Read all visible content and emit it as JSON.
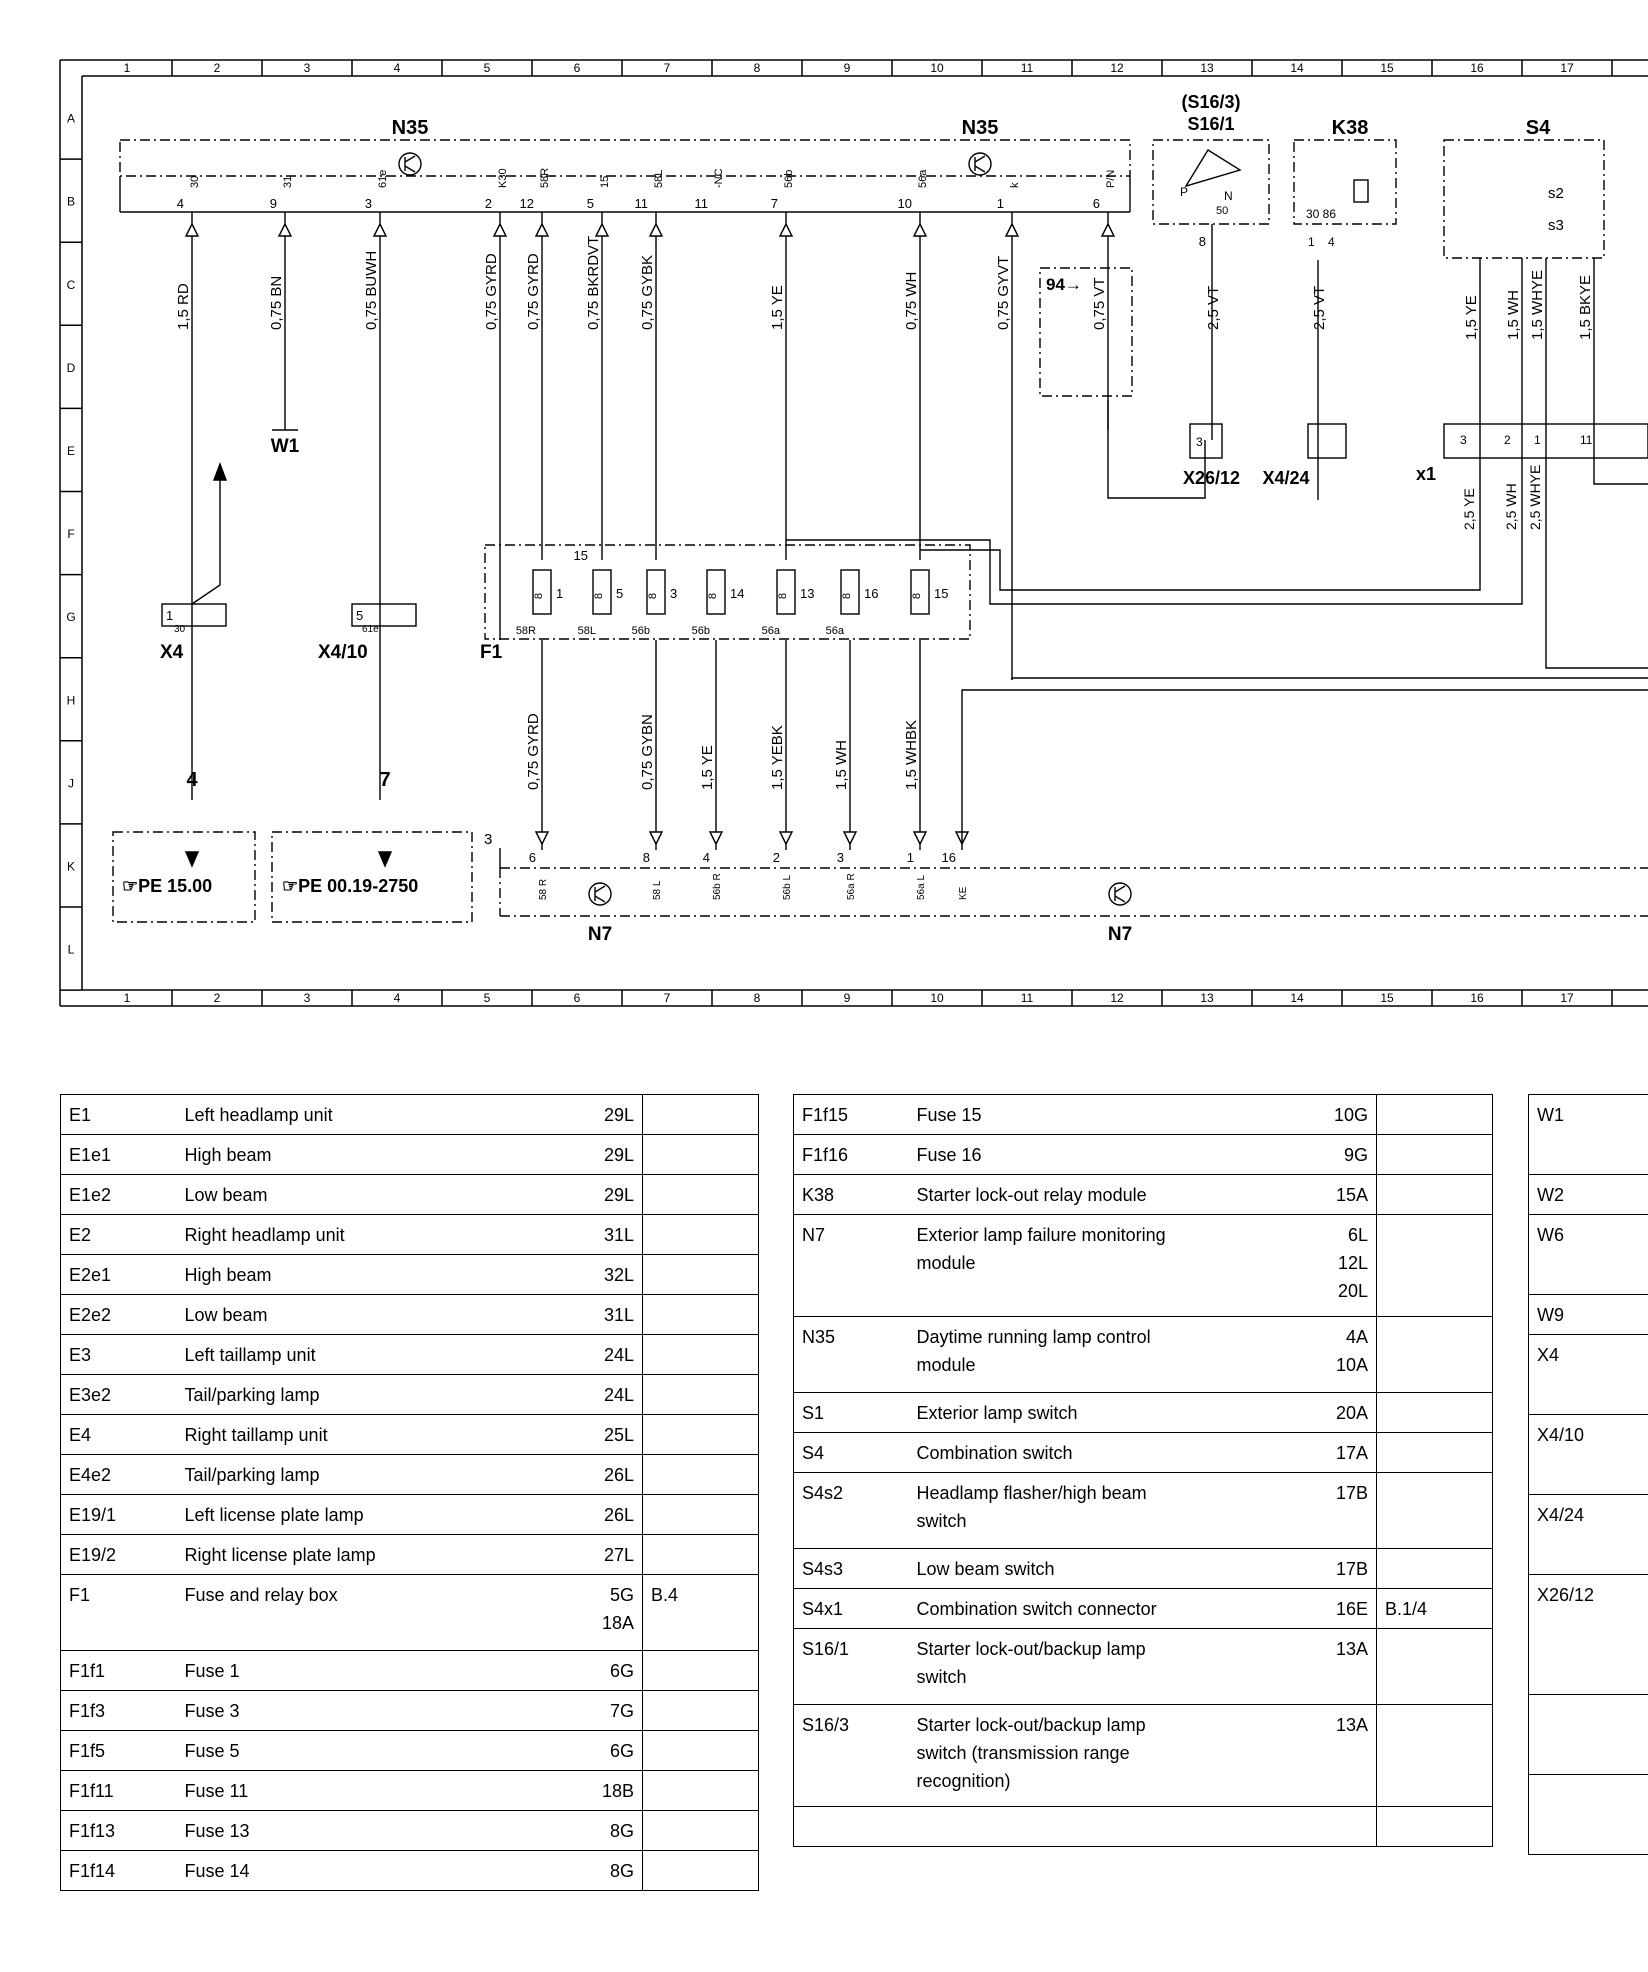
{
  "grid": {
    "columns": [
      "1",
      "2",
      "3",
      "4",
      "5",
      "6",
      "7",
      "8",
      "9",
      "10",
      "11",
      "12",
      "13",
      "14",
      "15",
      "16",
      "17"
    ],
    "rows": [
      "A",
      "B",
      "C",
      "D",
      "E",
      "F",
      "G",
      "H",
      "J",
      "K",
      "L"
    ]
  },
  "components": {
    "n35_left": "N35",
    "n35_right": "N35",
    "s16_3": "(S16/3)",
    "s16_1": "S16/1",
    "k38": "K38",
    "s4": "S4",
    "w1": "W1",
    "x4": "X4",
    "x4_10": "X4/10",
    "f1": "F1",
    "n7_left": "N7",
    "n7_right": "N7",
    "x26_12": "X26/12",
    "x4_24": "X4/24",
    "x1": "x1",
    "ref_94": "94→"
  },
  "wires": [
    {
      "pin": "4",
      "term": "30",
      "label": "1,5 RD"
    },
    {
      "pin": "9",
      "term": "31",
      "label": "0,75 BN"
    },
    {
      "pin": "3",
      "term": "61e",
      "label": "0,75 BUWH"
    },
    {
      "pin": "2",
      "term": "K30",
      "label": "0,75 GYRD"
    },
    {
      "pin": "12",
      "term": "58R",
      "label": "0,75 GYRD"
    },
    {
      "pin": "5",
      "term": "15",
      "label": "0,75 BKRDVT"
    },
    {
      "pin": "11",
      "term": "58L",
      "label": "0,75 GYBK"
    },
    {
      "pin": "11",
      "term": "-NC",
      "label": ""
    },
    {
      "pin": "7",
      "term": "56b",
      "label": "1,5 YE"
    },
    {
      "pin": "10",
      "term": "56a",
      "label": "0,75 WH"
    },
    {
      "pin": "1",
      "term": "k",
      "label": "0,75 GYVT"
    },
    {
      "pin": "6",
      "term": "P/N",
      "label": "0,75 VT"
    }
  ],
  "right_wires": {
    "s16_pin": "8",
    "s16_term": "50",
    "s16_wire": "2,5 VT",
    "k38_pins": "30  86",
    "k38_pin_b": "1",
    "k38_pin_c": "4",
    "k38_wire": "2,5 VT",
    "s4_w1": "1,5 YE",
    "s4_w2": "1,5 WH",
    "s4_w3": "1,5 WHYE",
    "s4_w4": "1,5 BKYE",
    "s2": "s2",
    "s3": "s3",
    "p": "P",
    "n": "N",
    "x1_pin3": "3",
    "x1_pin2": "2",
    "x1_pin1": "1",
    "x1_pin11": "11",
    "x26_pin": "3",
    "out_w1": "2,5 YE",
    "out_w2": "2,5 WH",
    "out_w3": "2,5 WHYE"
  },
  "fuses": [
    {
      "num": "1",
      "term": "58R"
    },
    {
      "num": "5",
      "term": "58L",
      "top": "15"
    },
    {
      "num": "3",
      "term": "56b"
    },
    {
      "num": "14",
      "term": "56b"
    },
    {
      "num": "13",
      "term": "56a"
    },
    {
      "num": "16",
      "term": "56a"
    },
    {
      "num": "15",
      "term": ""
    }
  ],
  "fuse_text": "8",
  "lower_wires": [
    {
      "label": "0,75 GYRD",
      "pin": "6",
      "term": "58 R"
    },
    {
      "label": "0,75 GYBN",
      "pin": "8",
      "term": "58 L"
    },
    {
      "label": "1,5 YE",
      "pin": "4",
      "term": "56b R"
    },
    {
      "label": "1,5 YEBK",
      "pin": "2",
      "term": "56b L"
    },
    {
      "label": "1,5 WH",
      "pin": "3",
      "term": "56a R"
    },
    {
      "label": "1,5 WHBK",
      "pin": "1",
      "term": "56a L"
    },
    {
      "label": "",
      "pin": "16",
      "term": "KE"
    }
  ],
  "n7_block_num": "3",
  "x4_pins": {
    "pin": "1",
    "term": "30"
  },
  "x4_10_pins": {
    "pin": "5",
    "term": "61e"
  },
  "refs": {
    "num_4": "4",
    "num_7": "7",
    "pe1": "☞PE 15.00",
    "pe2": "☞PE 00.19-2750"
  },
  "table1": [
    {
      "code": "E1",
      "desc": "Left headlamp unit",
      "loc": "29L",
      "ref": ""
    },
    {
      "code": "E1e1",
      "desc": "High beam",
      "loc": "29L",
      "ref": ""
    },
    {
      "code": "E1e2",
      "desc": "Low beam",
      "loc": "29L",
      "ref": ""
    },
    {
      "code": "E2",
      "desc": "Right headlamp unit",
      "loc": "31L",
      "ref": ""
    },
    {
      "code": "E2e1",
      "desc": "High beam",
      "loc": "32L",
      "ref": ""
    },
    {
      "code": "E2e2",
      "desc": "Low beam",
      "loc": "31L",
      "ref": ""
    },
    {
      "code": "E3",
      "desc": "Left taillamp unit",
      "loc": "24L",
      "ref": ""
    },
    {
      "code": "E3e2",
      "desc": "Tail/parking lamp",
      "loc": "24L",
      "ref": ""
    },
    {
      "code": "E4",
      "desc": "Right taillamp unit",
      "loc": "25L",
      "ref": ""
    },
    {
      "code": "E4e2",
      "desc": "Tail/parking lamp",
      "loc": "26L",
      "ref": ""
    },
    {
      "code": "E19/1",
      "desc": "Left license plate lamp",
      "loc": "26L",
      "ref": ""
    },
    {
      "code": "E19/2",
      "desc": "Right license plate lamp",
      "loc": "27L",
      "ref": ""
    },
    {
      "code": "F1",
      "desc": "Fuse and relay box",
      "loc": "5G\n18A",
      "ref": "B.4"
    },
    {
      "code": "F1f1",
      "desc": "Fuse 1",
      "loc": "6G",
      "ref": ""
    },
    {
      "code": "F1f3",
      "desc": "Fuse 3",
      "loc": "7G",
      "ref": ""
    },
    {
      "code": "F1f5",
      "desc": "Fuse 5",
      "loc": "6G",
      "ref": ""
    },
    {
      "code": "F1f11",
      "desc": "Fuse 11",
      "loc": "18B",
      "ref": ""
    },
    {
      "code": "F1f13",
      "desc": "Fuse 13",
      "loc": "8G",
      "ref": ""
    },
    {
      "code": "F1f14",
      "desc": "Fuse 14",
      "loc": "8G",
      "ref": ""
    }
  ],
  "table2": [
    {
      "code": "F1f15",
      "desc": "Fuse 15",
      "loc": "10G",
      "ref": ""
    },
    {
      "code": "F1f16",
      "desc": "Fuse 16",
      "loc": "9G",
      "ref": ""
    },
    {
      "code": "K38",
      "desc": "Starter lock-out relay module",
      "loc": "15A",
      "ref": ""
    },
    {
      "code": "N7",
      "desc": "Exterior lamp failure monitoring\nmodule",
      "loc": "6L\n12L\n20L",
      "ref": ""
    },
    {
      "code": "N35",
      "desc": "Daytime running lamp control\nmodule",
      "loc": "4A\n10A",
      "ref": ""
    },
    {
      "code": "S1",
      "desc": "Exterior lamp switch",
      "loc": "20A",
      "ref": ""
    },
    {
      "code": "S4",
      "desc": "Combination switch",
      "loc": "17A",
      "ref": ""
    },
    {
      "code": "S4s2",
      "desc": "Headlamp flasher/high beam\nswitch",
      "loc": "17B",
      "ref": ""
    },
    {
      "code": "S4s3",
      "desc": "Low beam switch",
      "loc": "17B",
      "ref": ""
    },
    {
      "code": "S4x1",
      "desc": "Combination switch connector",
      "loc": "16E",
      "ref": "B.1/4"
    },
    {
      "code": "S16/1",
      "desc": "Starter lock-out/backup lamp\nswitch",
      "loc": "13A",
      "ref": ""
    },
    {
      "code": "S16/3",
      "desc": "Starter lock-out/backup lamp\nswitch (transmission range\nrecognition)",
      "loc": "13A",
      "ref": ""
    },
    {
      "code": "",
      "desc": "",
      "loc": "",
      "ref": ""
    }
  ],
  "table3": [
    {
      "code": "W1"
    },
    {
      "code": "W2"
    },
    {
      "code": "W6"
    },
    {
      "code": "W9"
    },
    {
      "code": "X4"
    },
    {
      "code": "X4/10"
    },
    {
      "code": "X4/24"
    },
    {
      "code": "X26/12"
    },
    {
      "code": ""
    },
    {
      "code": ""
    }
  ]
}
